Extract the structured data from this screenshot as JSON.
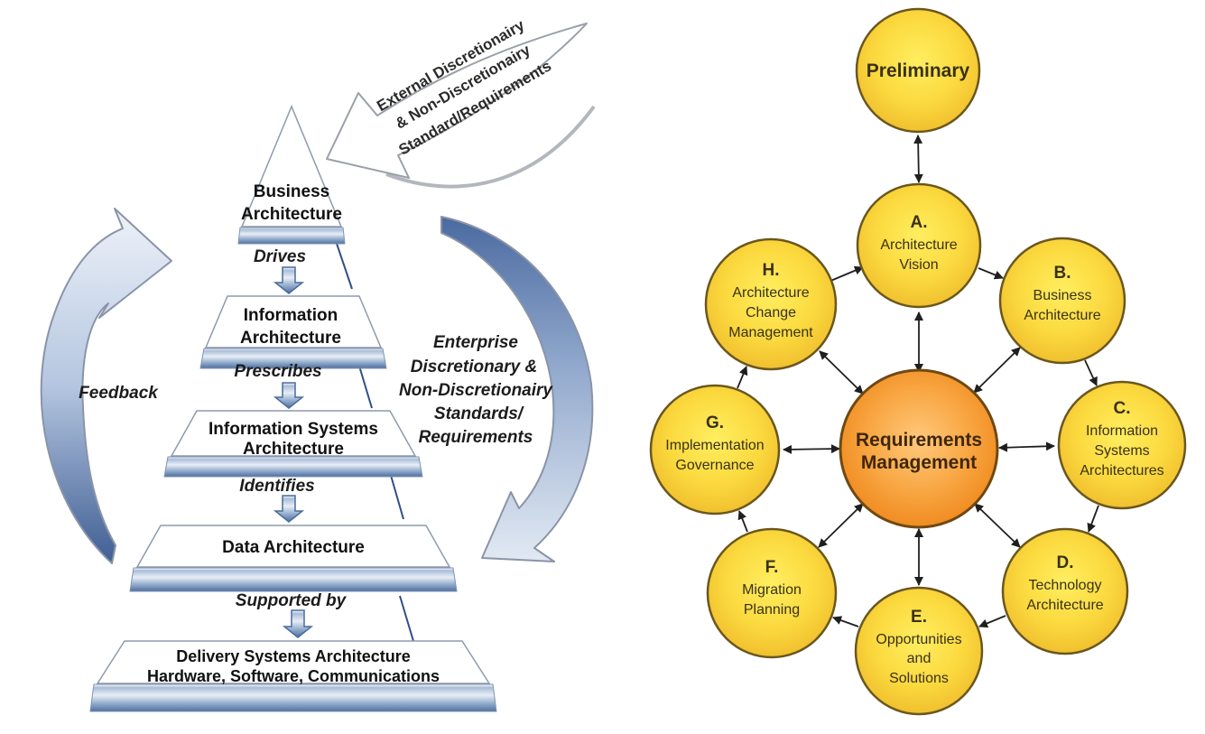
{
  "left_diagram": {
    "feedback_label": "Feedback",
    "external_arrow": {
      "lines": [
        "External Discretionairy",
        "& Non-Discretionairy",
        "Standard/Requirements"
      ]
    },
    "enterprise_note": {
      "lines": [
        "Enterprise",
        "Discretionary &",
        "Non-Discretionairy",
        "Standards/",
        "Requirements"
      ]
    },
    "pyramid_levels": [
      {
        "lines": [
          "Business",
          "Architecture"
        ]
      },
      {
        "lines": [
          "Information",
          "Architecture"
        ]
      },
      {
        "lines": [
          "Information Systems",
          "Architecture"
        ]
      },
      {
        "lines": [
          "Data Architecture"
        ]
      },
      {
        "lines": [
          "Delivery Systems Architecture",
          "Hardware, Software, Communications"
        ]
      }
    ],
    "connector_labels": [
      "Drives",
      "Prescribes",
      "Identifies",
      "Supported by"
    ],
    "colors": {
      "bar_blue_dark": "#4e6f9f",
      "bar_blue_light": "#e8eef6",
      "face_fill": "#ffffff",
      "outline": "#8e9aae"
    }
  },
  "right_diagram": {
    "preliminary_label": "Preliminary",
    "center": {
      "lines": [
        "Requirements",
        "Management"
      ]
    },
    "phases": [
      {
        "letter": "A.",
        "lines": [
          "Architecture",
          "Vision"
        ]
      },
      {
        "letter": "B.",
        "lines": [
          "Business",
          "Architecture"
        ]
      },
      {
        "letter": "C.",
        "lines": [
          "Information",
          "Systems",
          "Architectures"
        ]
      },
      {
        "letter": "D.",
        "lines": [
          "Technology",
          "Architecture"
        ]
      },
      {
        "letter": "E.",
        "lines": [
          "Opportunities",
          "and",
          "Solutions"
        ]
      },
      {
        "letter": "F.",
        "lines": [
          "Migration",
          "Planning"
        ]
      },
      {
        "letter": "G.",
        "lines": [
          "Implementation",
          "Governance"
        ]
      },
      {
        "letter": "H.",
        "lines": [
          "Architecture",
          "Change",
          "Management"
        ]
      }
    ],
    "colors": {
      "phase_fill_center": "#ffee60",
      "phase_fill_edge": "#edb82a",
      "phase_border": "#6a571d",
      "center_fill_inner": "#ffc97d",
      "center_fill_edge": "#ee8316",
      "center_border": "#6e4914",
      "arrow_color": "#1f1f1f"
    }
  }
}
